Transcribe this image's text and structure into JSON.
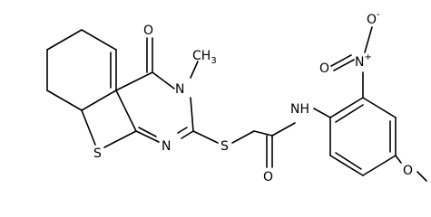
{
  "atoms": {
    "thiophene_s": "S",
    "pyrimidine_n1": "N",
    "pyrimidine_n3": "N",
    "carbonyl_o": "O",
    "methyl": "CH",
    "methyl_subscript": "3",
    "thioether_s": "S",
    "amide_o": "O",
    "amide_nh": "NH",
    "nitro_n": "N",
    "nitro_n_charge": "+",
    "nitro_o_up": "O",
    "nitro_o_up_charge": "-",
    "nitro_o_left": "O",
    "methoxy_o": "O"
  },
  "bond_color": "#000000"
}
